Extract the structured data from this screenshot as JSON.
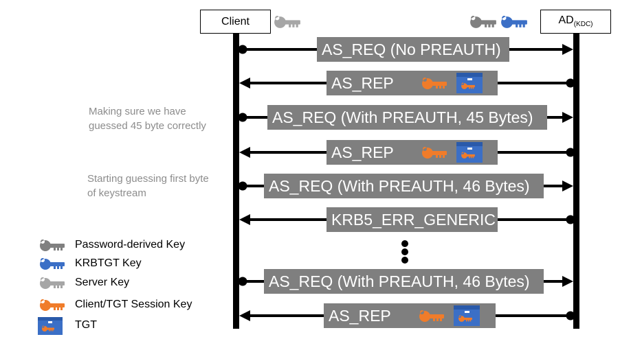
{
  "nodes": {
    "client": "Client",
    "ad": "AD",
    "ad_sub": "(KDC)"
  },
  "messages": [
    {
      "label": "AS_REQ (No PREAUTH)",
      "direction": "right"
    },
    {
      "label": "AS_REP",
      "direction": "left",
      "icons": [
        "session-key",
        "tgt"
      ]
    },
    {
      "label": "AS_REQ (With PREAUTH, 45 Bytes)",
      "direction": "right"
    },
    {
      "label": "AS_REP",
      "direction": "left",
      "icons": [
        "session-key",
        "tgt"
      ]
    },
    {
      "label": "AS_REQ (With PREAUTH, 46 Bytes)",
      "direction": "right"
    },
    {
      "label": "KRB5_ERR_GENERIC",
      "direction": "left"
    },
    {
      "label": "AS_REQ (With PREAUTH, 46 Bytes)",
      "direction": "right"
    },
    {
      "label": "AS_REP",
      "direction": "left",
      "icons": [
        "session-key",
        "tgt"
      ]
    }
  ],
  "notes": [
    {
      "line1": "Making sure we have",
      "line2": "guessed 45 byte correctly"
    },
    {
      "line1": "Starting guessing first byte",
      "line2": "of keystream"
    }
  ],
  "legend": [
    {
      "icon": "password-key",
      "label": "Password-derived Key"
    },
    {
      "icon": "krbtgt-key",
      "label": "KRBTGT Key"
    },
    {
      "icon": "server-key",
      "label": "Server Key"
    },
    {
      "icon": "session-key",
      "label": "Client/TGT Session Key"
    },
    {
      "icon": "tgt",
      "label": "TGT"
    }
  ],
  "colors": {
    "password_key": "#808080",
    "krbtgt_key": "#3b6fc6",
    "server_key": "#a6a6a6",
    "session_key": "#f07c2a",
    "tgt": "#3b6fc6",
    "message_box": "#7f7f7f",
    "note_text": "#8c8c8c"
  }
}
